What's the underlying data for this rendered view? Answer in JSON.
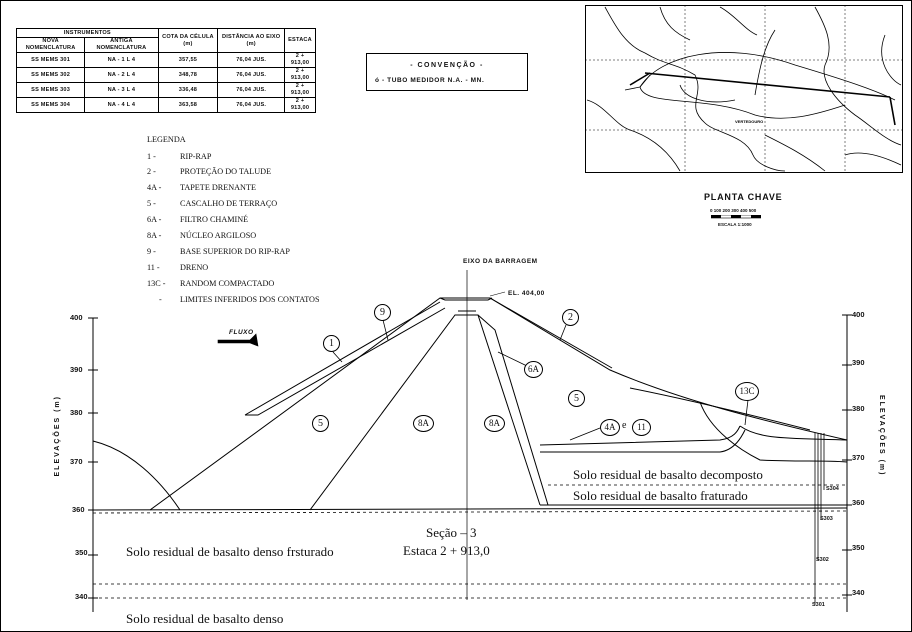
{
  "instruments_table": {
    "header_group": "INSTRUMENTOS",
    "col_new": "NOVA NOMENCLATURA",
    "col_old": "ANTIGA NOMENCLATURA",
    "col_cota": "COTA DA CÉLULA (m)",
    "col_dist": "DISTÂNCIA AO EIXO (m)",
    "col_estaca": "ESTACA",
    "rows": [
      {
        "nova": "SS MEMS 301",
        "antiga": "NA - 1 L 4",
        "cota": "357,55",
        "dist": "76,04 JUS.",
        "estaca": "2 + 913,00"
      },
      {
        "nova": "SS MEMS 302",
        "antiga": "NA - 2 L 4",
        "cota": "348,78",
        "dist": "76,04 JUS.",
        "estaca": "2 + 913,00"
      },
      {
        "nova": "SS MEMS 303",
        "antiga": "NA - 3 L 4",
        "cota": "336,48",
        "dist": "76,04 JUS.",
        "estaca": "2 + 913,00"
      },
      {
        "nova": "SS MEMS 304",
        "antiga": "NA - 4 L 4",
        "cota": "363,58",
        "dist": "76,04 JUS.",
        "estaca": "2 + 913,00"
      }
    ]
  },
  "convention": {
    "title": "- CONVENÇÃO -",
    "item": "ó - TUBO MEDIDOR N.A. - MN."
  },
  "legend": {
    "title": "LEGENDA",
    "items": [
      {
        "code": "1 -",
        "text": "RIP-RAP"
      },
      {
        "code": "2 -",
        "text": "PROTEÇÃO DO TALUDE"
      },
      {
        "code": "4A -",
        "text": "TAPETE DRENANTE"
      },
      {
        "code": "5 -",
        "text": "CASCALHO DE TERRAÇO"
      },
      {
        "code": "6A -",
        "text": "FILTRO CHAMINÉ"
      },
      {
        "code": "8A -",
        "text": "NÚCLEO ARGILOSO"
      },
      {
        "code": "9 -",
        "text": "BASE SUPERIOR DO RIP-RAP"
      },
      {
        "code": "11 -",
        "text": "DRENO"
      },
      {
        "code": "13C -",
        "text": "RANDOM COMPACTADO"
      },
      {
        "code": "-",
        "text": "LIMITES INFERIDOS DOS CONTATOS"
      }
    ]
  },
  "key_plan": {
    "title": "PLANTA CHAVE",
    "scale_numbers": "0 100 200 300 400 500",
    "scale_label": "ESCALA 1:1000",
    "label_vertedouro": "VERTEDOURO"
  },
  "section": {
    "axis_label": "EIXO DA BARRAGEM",
    "crest_label": "EL. 404,00",
    "flow_label": "FLUXO",
    "title": "Seção – 3",
    "estaca": "Estaca 2 + 913,0",
    "elev_label_left": "ELEVAÇÕES (m)",
    "elev_label_right": "ELEVAÇÕES (m)",
    "ticks_left": [
      "400",
      "390",
      "380",
      "370",
      "360",
      "350",
      "340"
    ],
    "ticks_right": [
      "400",
      "390",
      "380",
      "370",
      "360",
      "350",
      "340"
    ]
  },
  "soils": {
    "decomposto": "Solo residual de basalto decomposto",
    "fraturado": "Solo residual de basalto fraturado",
    "denso_fraturado": "Solo residual de basalto denso frsturado",
    "denso": "Solo residual de basalto denso"
  },
  "callouts": {
    "c1": "1",
    "c9": "9",
    "c2": "2",
    "c6a": "6A",
    "c5a": "5",
    "c5b": "5",
    "c8a1": "8A",
    "c8a2": "8A",
    "c13c": "13C",
    "c4a": "4A",
    "c_e": "e",
    "c11": "11"
  },
  "piezometers": {
    "p304": "S304",
    "p303": "S303",
    "p302": "S302",
    "p301": "S301"
  }
}
